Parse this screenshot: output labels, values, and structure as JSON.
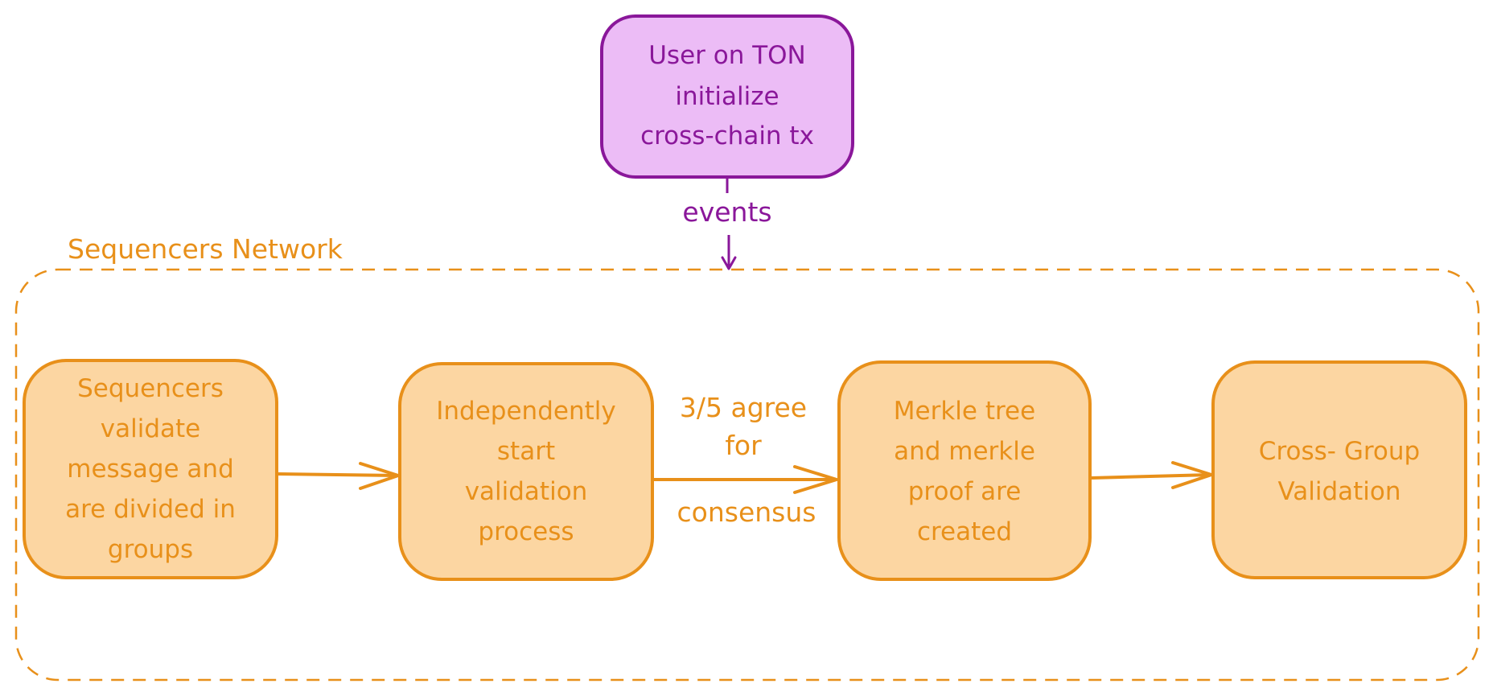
{
  "diagram": {
    "colors": {
      "user_fill": "#ecbcf6",
      "user_stroke": "#8a179a",
      "user_text": "#8a179a",
      "step_fill": "#fcd6a2",
      "step_stroke": "#e8901a",
      "step_text": "#e8901a",
      "group_stroke": "#e8901a"
    },
    "user_node": {
      "lines": [
        "User on TON",
        "initialize",
        "cross-chain tx"
      ]
    },
    "events_label": "events",
    "group": {
      "label": "Sequencers Network"
    },
    "steps": [
      {
        "id": "step-sequencers-validate",
        "lines": [
          "Sequencers",
          "validate",
          "message and",
          "are divided in",
          "groups"
        ]
      },
      {
        "id": "step-independent-validation",
        "lines": [
          "Independently",
          "start",
          "validation",
          "process"
        ]
      },
      {
        "id": "step-merkle-tree",
        "lines": [
          "Merkle tree",
          "and merkle",
          "proof are",
          "created"
        ]
      },
      {
        "id": "step-cross-group",
        "lines": [
          "Cross- Group",
          "Validation"
        ]
      }
    ],
    "consensus_label": {
      "top": [
        "3/5 agree",
        "for"
      ],
      "bottom": "consensus"
    }
  }
}
